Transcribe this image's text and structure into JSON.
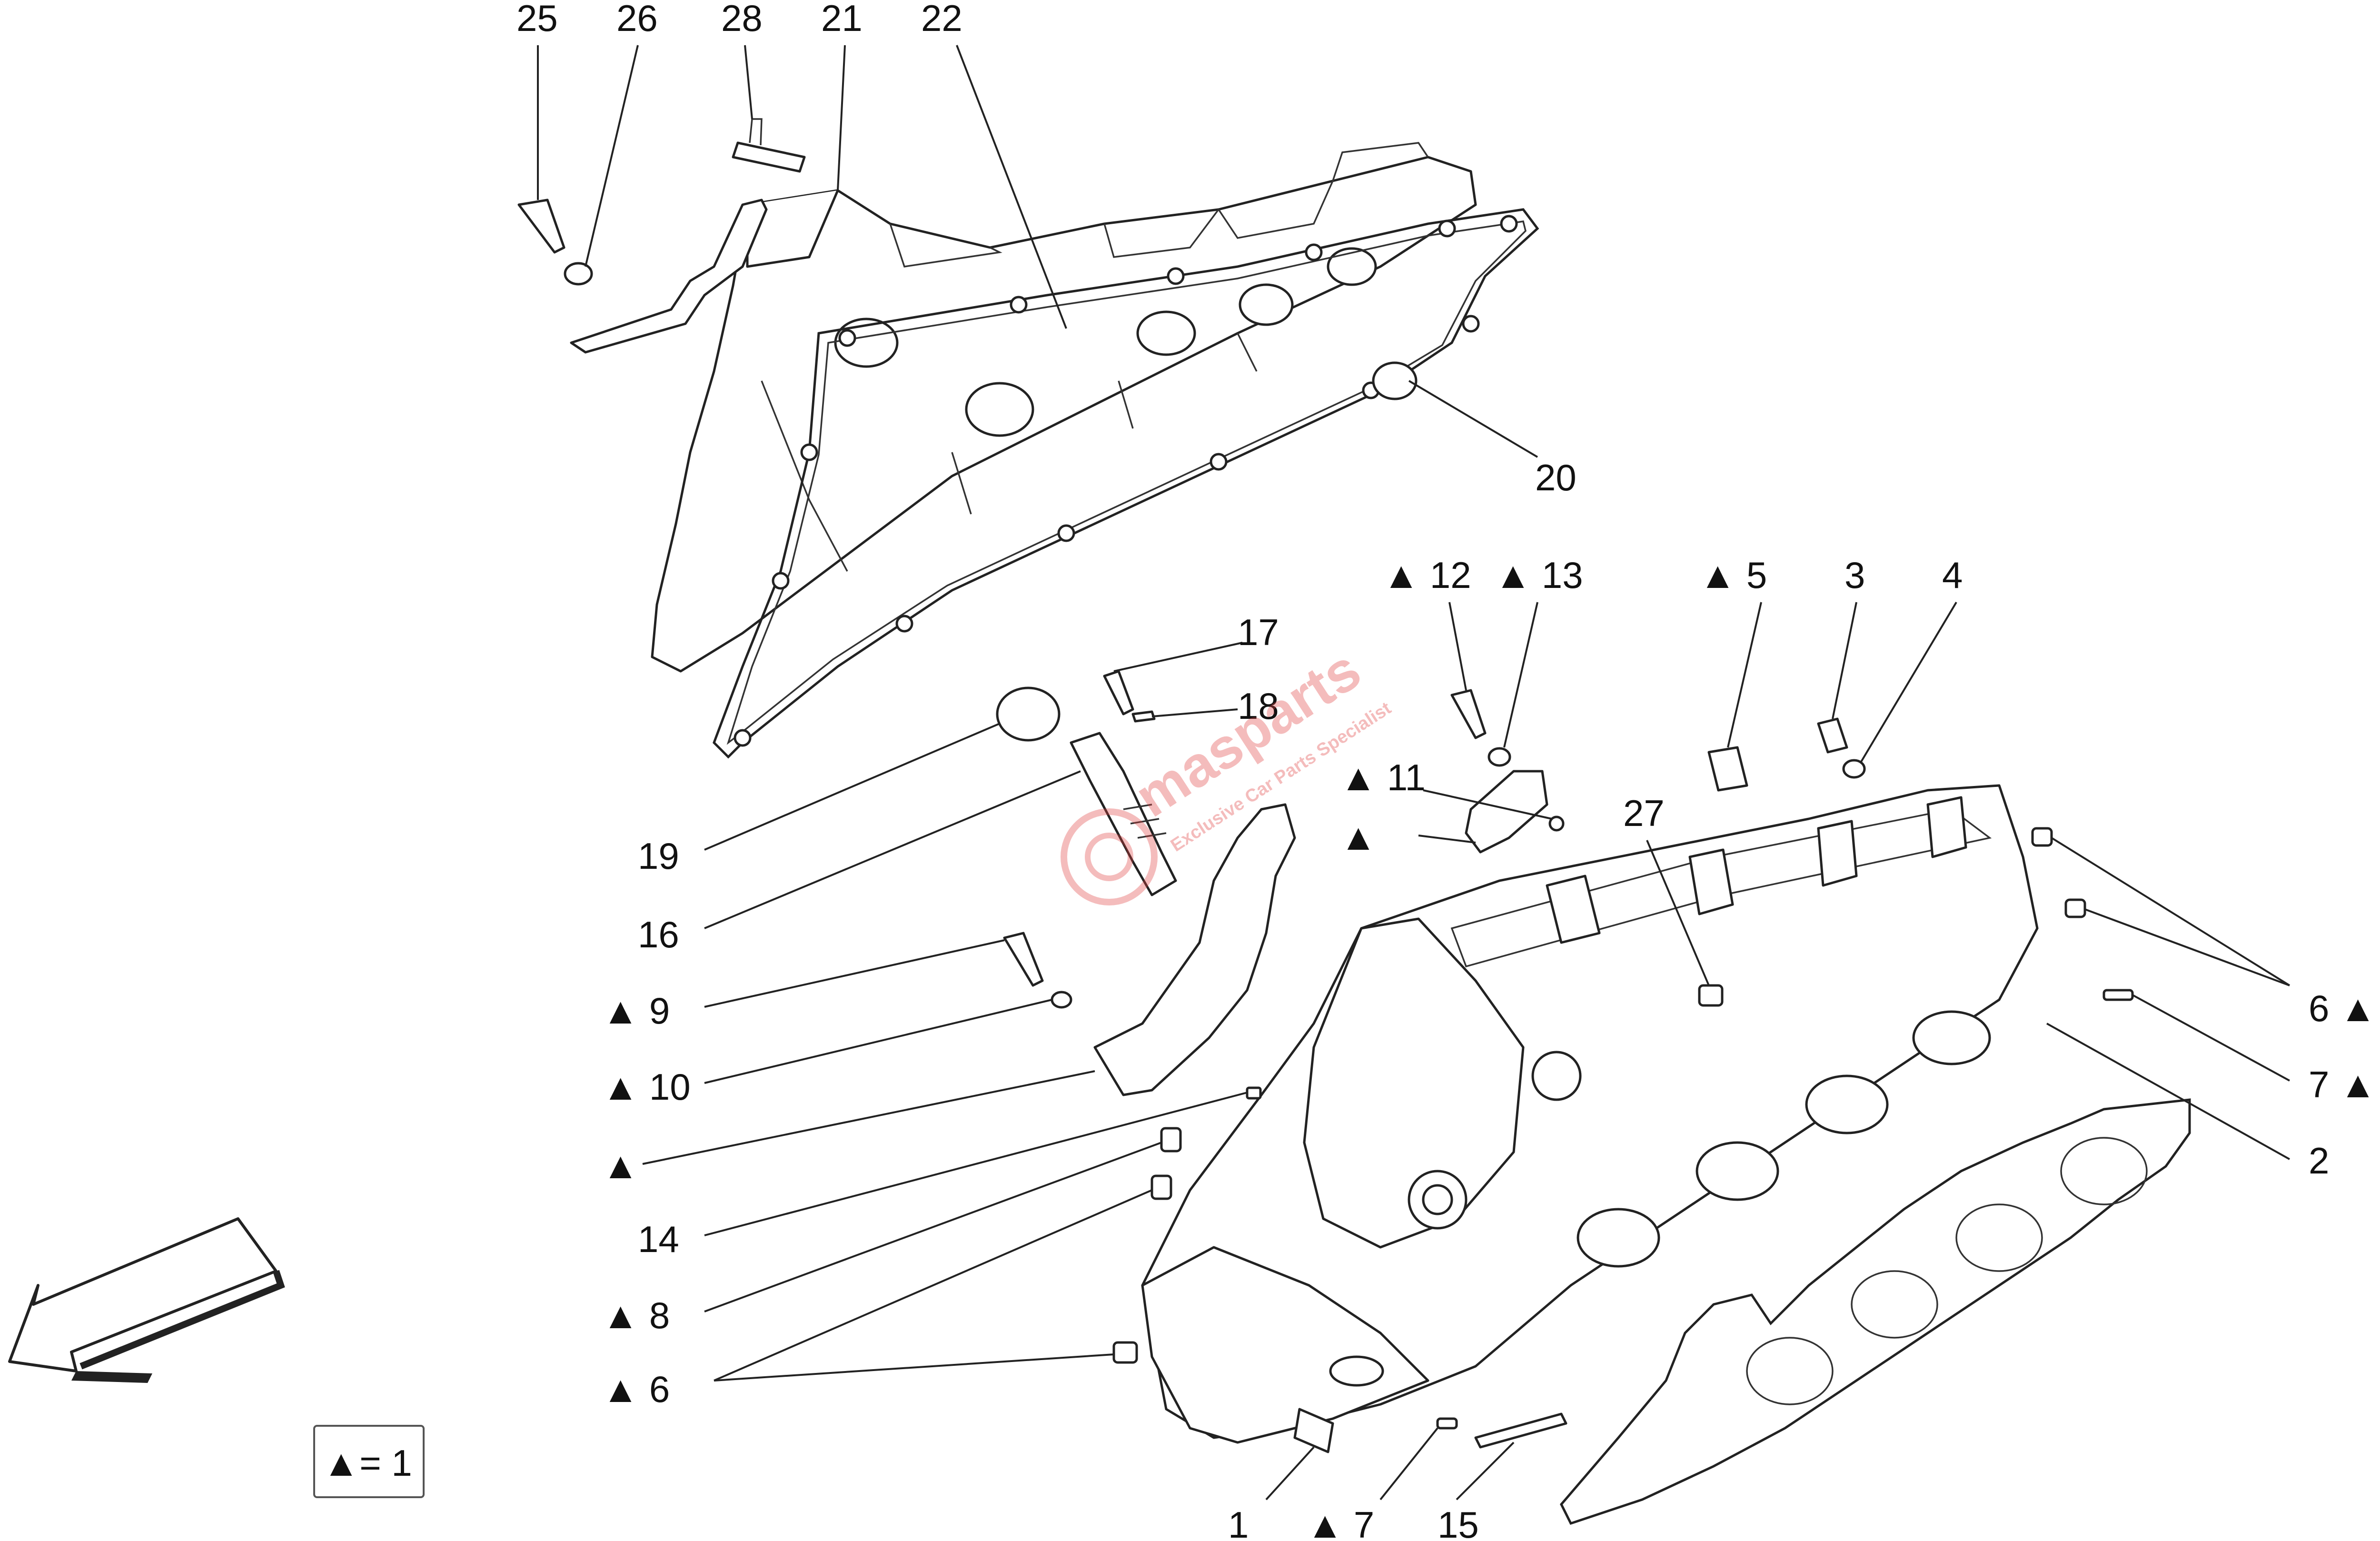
{
  "callouts": {
    "c25": "25",
    "c26": "26",
    "c28": "28",
    "c21": "21",
    "c22": "22",
    "c20": "20",
    "c12": "▲ 12",
    "c13": "▲ 13",
    "c5": "▲ 5",
    "c3": "3",
    "c4": "4",
    "c17": "17",
    "c18": "18",
    "c11": "▲ 11",
    "c_tri_a": "▲",
    "c27": "27",
    "c19": "19",
    "c16": "16",
    "c9": "▲  9",
    "c10": "▲ 10",
    "c_tri_b": "▲",
    "c14": "14",
    "c8": "▲  8",
    "c6_left": "▲  6",
    "c6_right": "6 ▲",
    "c7_right": "7 ▲",
    "c2": "2",
    "c1": "1",
    "c7_bottom": "▲ 7",
    "c15": "15"
  },
  "legend": {
    "text": "▲= 1"
  },
  "watermark": {
    "brand": "masparts",
    "tagline": "Exclusive Car Parts Specialist",
    "color": "#e04040"
  },
  "icons": {
    "direction": "front-direction-arrow-icon"
  }
}
